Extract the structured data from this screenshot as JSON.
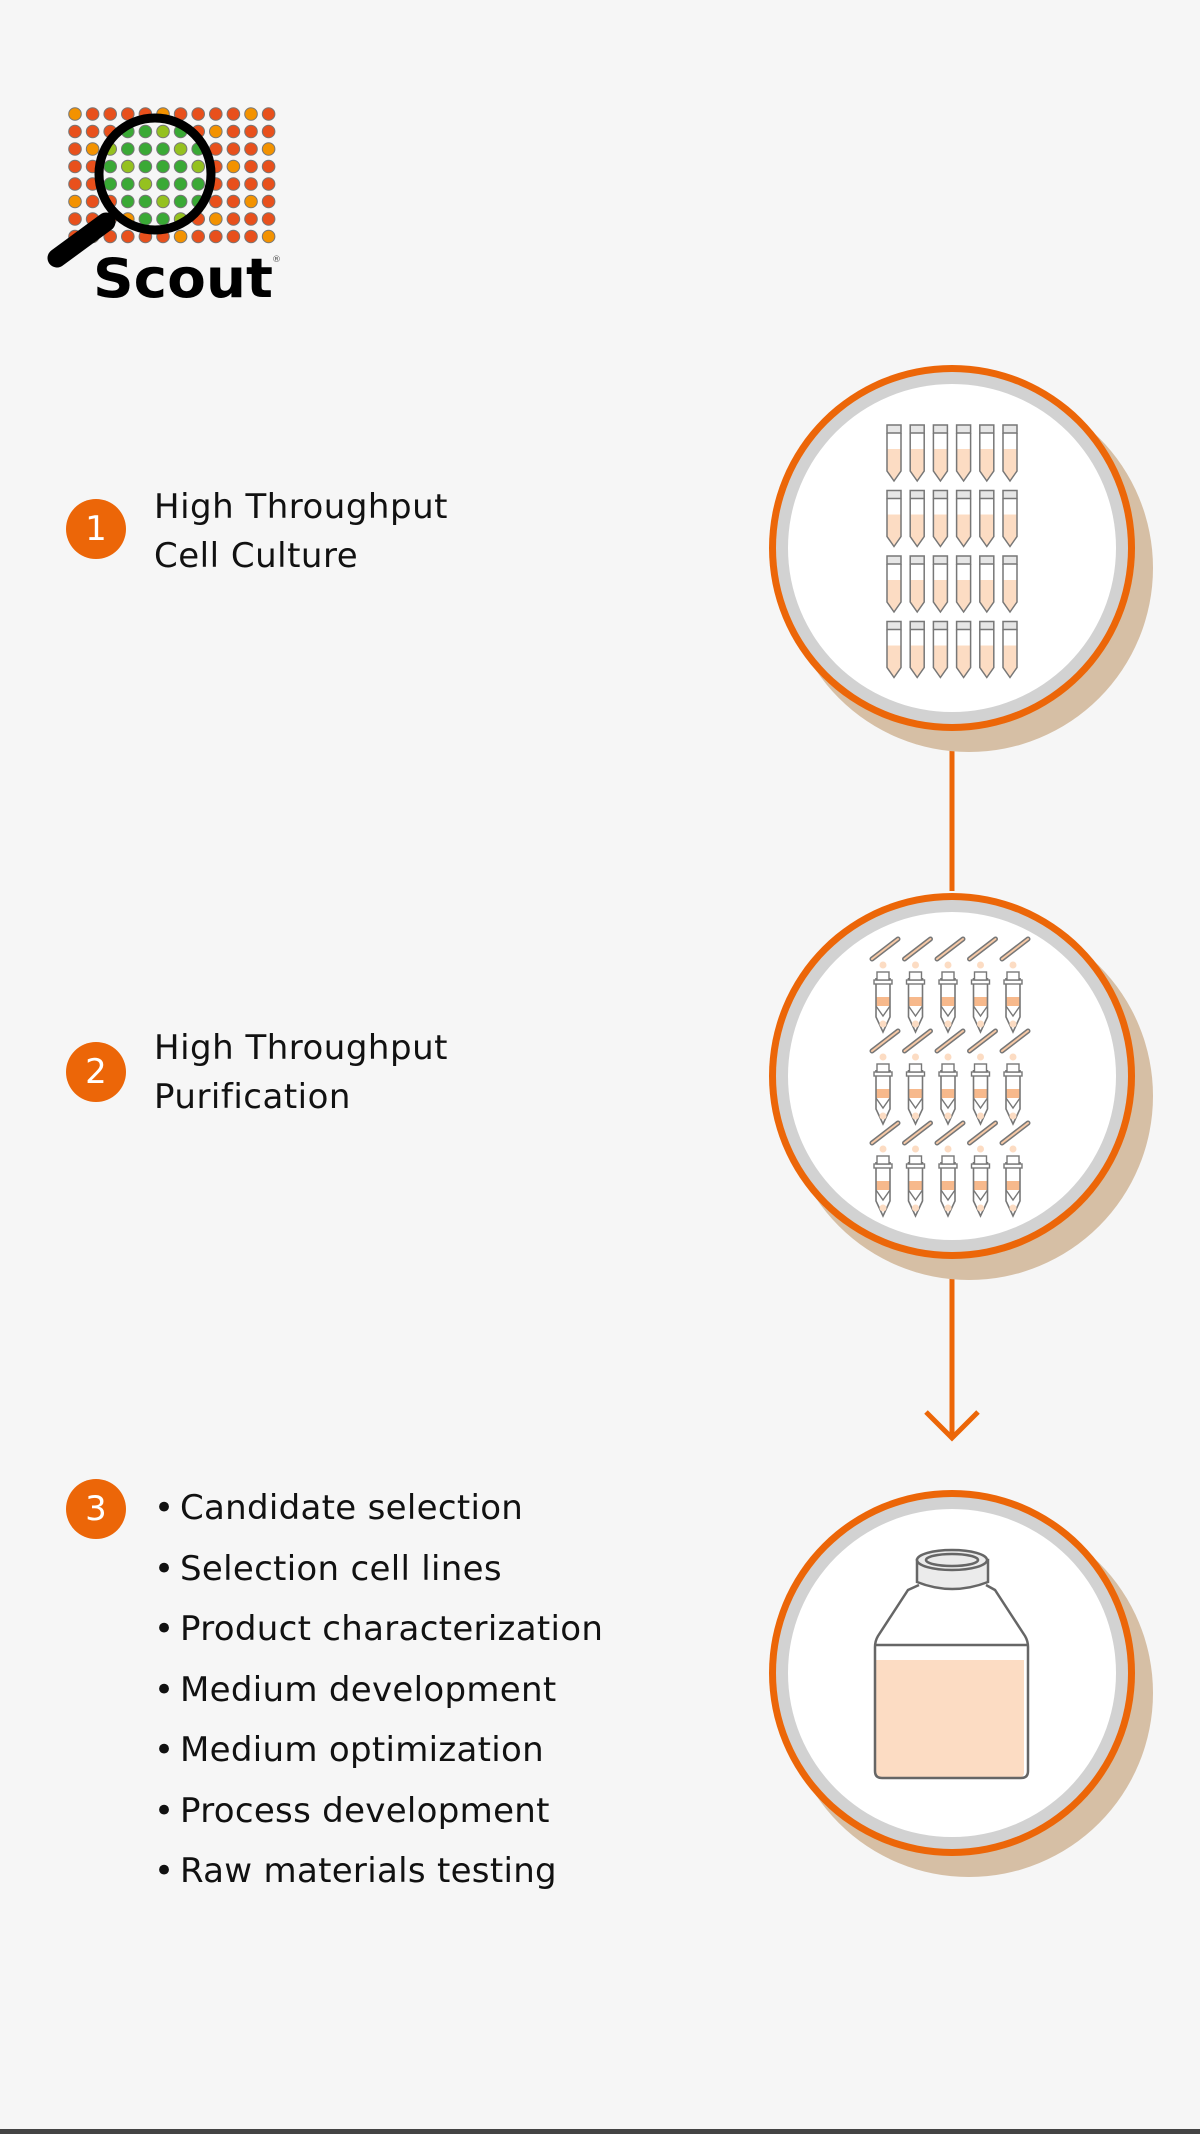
{
  "logo": {
    "brand": "Scout",
    "registered_mark": "®"
  },
  "colors": {
    "accent": "#ec6608",
    "ring": "#d2d2d2",
    "shadow": "#d6bfa5",
    "liquid": "#fcdcc3",
    "band": "#f7b98c",
    "green": "#3aa935",
    "yellow_green": "#95c11f",
    "red_orange": "#e8501c",
    "orange": "#f39200"
  },
  "steps": [
    {
      "number": "1",
      "title_line1": "High Throughput",
      "title_line2": "Cell Culture",
      "icon": "culture-tubes-icon"
    },
    {
      "number": "2",
      "title_line1": "High Throughput",
      "title_line2": "Purification",
      "icon": "purification-tubes-icon"
    },
    {
      "number": "3",
      "icon": "media-bottle-icon",
      "bullet": "•",
      "items": [
        "Candidate selection",
        "Selection cell lines",
        "Product characterization",
        "Medium development",
        "Medium optimization",
        "Process development",
        "Raw materials testing"
      ]
    }
  ]
}
